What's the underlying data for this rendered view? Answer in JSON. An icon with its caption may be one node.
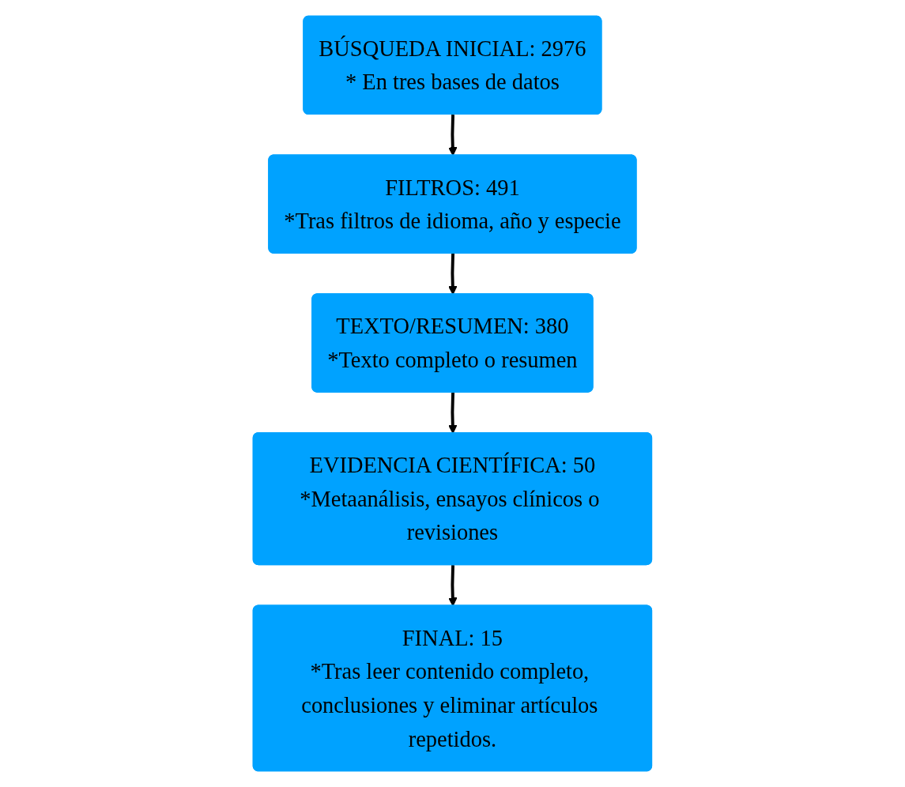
{
  "diagram": {
    "nodes": [
      {
        "text": [
          "BÚSQUEDA INICIAL: 2976",
          "* En tres bases de datos"
        ]
      },
      {
        "text": [
          "FILTROS: 491",
          "*Tras filtros de idioma, año y especie"
        ]
      },
      {
        "text": [
          "TEXTO/RESUMEN: 380",
          "*Texto completo o resumen"
        ]
      },
      {
        "text": [
          "EVIDENCIA CIENTÍFICA: 50",
          "*Metaanálisis, ensayos clínicos o revisiones"
        ]
      },
      {
        "text": [
          "FINAL: 15",
          "*Tras leer contenido completo, conclusiones y eliminar artículos repetidos."
        ]
      }
    ],
    "edges": [
      {
        "from": 0,
        "to": 1,
        "arrow": "to"
      },
      {
        "from": 1,
        "to": 2,
        "arrow": "to"
      },
      {
        "from": 2,
        "to": 3,
        "arrow": "to"
      },
      {
        "from": 3,
        "to": 4,
        "arrow": "to"
      }
    ]
  }
}
